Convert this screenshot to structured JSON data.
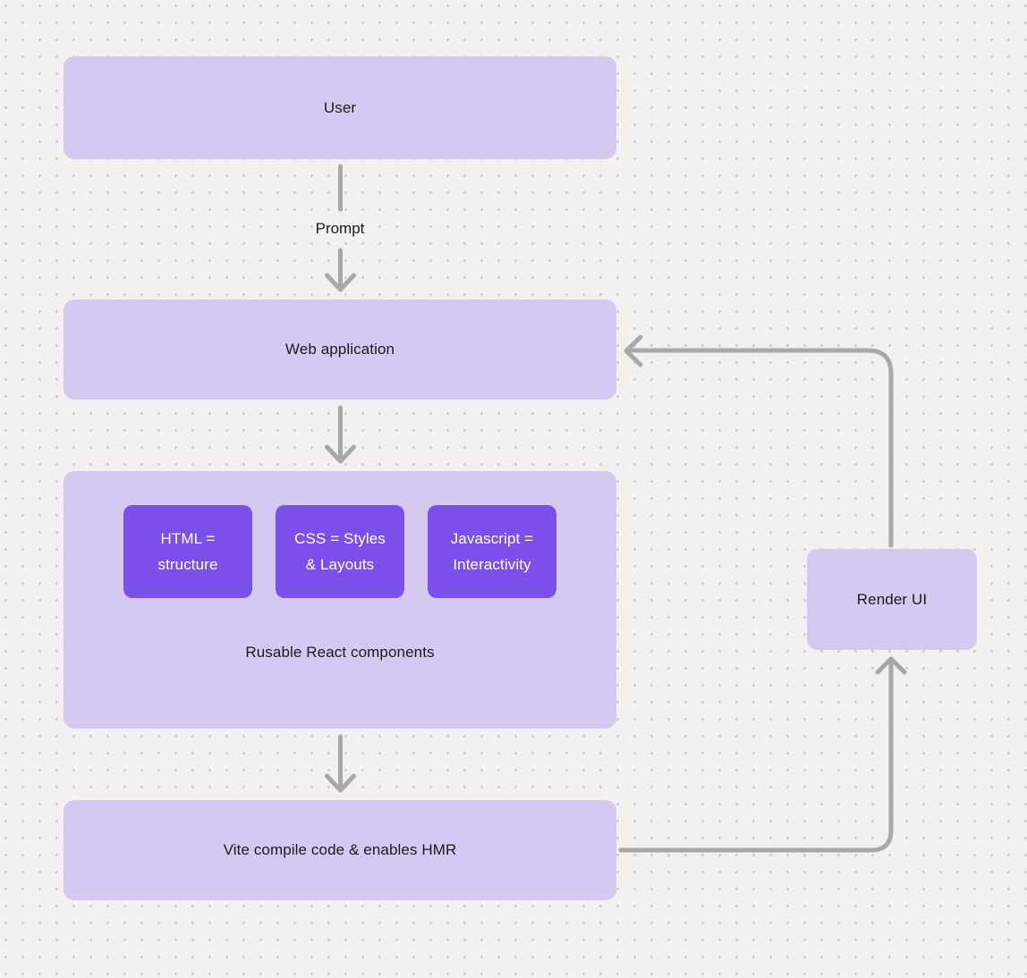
{
  "diagram": {
    "nodes": {
      "user": {
        "label": "User"
      },
      "web_application": {
        "label": "Web application"
      },
      "components_group": {
        "label": "Rusable React components",
        "chips": [
          {
            "label": "HTML =\nstructure"
          },
          {
            "label": "CSS = Styles\n& Layouts"
          },
          {
            "label": "Javascript =\nInteractivity"
          }
        ]
      },
      "vite": {
        "label": "Vite compile code & enables HMR"
      },
      "render_ui": {
        "label": "Render UI"
      }
    },
    "edge_labels": {
      "prompt": "Prompt"
    },
    "colors": {
      "background": "#f2f1f0",
      "dot": "#c7c6c4",
      "node_fill": "#d5c9f2",
      "chip_fill": "#7b4fe9",
      "arrow": "#a9a8a6",
      "text_dark": "#1a1a21",
      "text_light": "#ffffff"
    }
  }
}
